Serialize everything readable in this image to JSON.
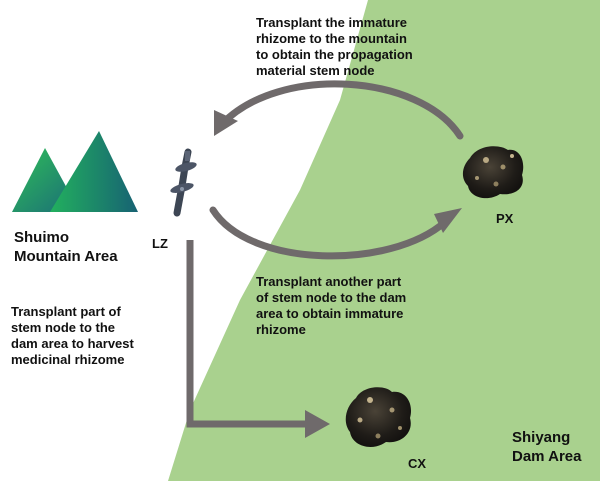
{
  "colors": {
    "dam_area_fill": "#a9d18e",
    "arrow_gray": "#6f6a6b",
    "mountain_green": "#2fbf58",
    "mountain_teal": "#1a6b78",
    "text": "#111111"
  },
  "labels": {
    "mountain_area": "Shuimo\nMountain Area",
    "dam_area": "Shiyang\nDam Area",
    "lz": "LZ",
    "px": "PX",
    "cx": "CX",
    "top_caption": "Transplant the immature\nrhizome to the mountain\nto obtain the propagation\nmaterial stem node",
    "middle_caption": "Transplant another part\nof stem node to the dam\narea to obtain immature\nrhizome",
    "left_caption": "Transplant part of\nstem node to the\ndam area to harvest\nmedicinal rhizome"
  },
  "icons": {
    "mountains": "mountain-icon",
    "stem_node": "stem-node-icon",
    "px_rhizome": "rhizome-icon",
    "cx_rhizome": "rhizome-icon"
  }
}
